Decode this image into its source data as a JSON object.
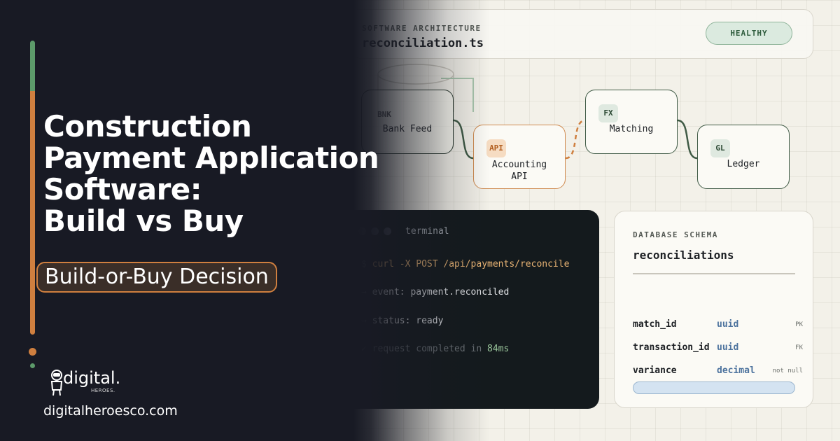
{
  "hero": {
    "title_lines": [
      "Construction",
      "Payment Application",
      "Software:",
      "Build vs Buy"
    ],
    "badge": "Build-or-Buy Decision",
    "brand_name": "digital.",
    "brand_sub": "HEROES.",
    "website": "digitalheroesco.com"
  },
  "architecture": {
    "section_label": "SOFTWARE ARCHITECTURE",
    "file_name": "reconciliation.ts",
    "status": "HEALTHY"
  },
  "nodes": {
    "bank": {
      "chip": "BNK",
      "label": "Bank Feed"
    },
    "api": {
      "chip": "API",
      "label_lines": [
        "Accounting",
        "API"
      ]
    },
    "fx": {
      "chip": "FX",
      "label": "Matching"
    },
    "gl": {
      "chip": "GL",
      "label": "Ledger"
    }
  },
  "terminal": {
    "title": "terminal",
    "command_prompt": "$",
    "command_text": "curl -X POST /api/payments/reconcile",
    "line2_arrow": "→",
    "line2_text": "event: payment.reconciled",
    "line3_arrow": "→",
    "line3_text": "status: ready",
    "line4_check": "✓",
    "line4_text": "request completed in",
    "line4_time": "84ms"
  },
  "schema": {
    "section_label": "DATABASE SCHEMA",
    "table_name": "reconciliations",
    "columns": [
      {
        "name": "match_id",
        "type": "uuid",
        "key": "PK"
      },
      {
        "name": "transaction_id",
        "type": "uuid",
        "key": "FK"
      },
      {
        "name": "variance",
        "type": "decimal",
        "key": "not null"
      }
    ]
  },
  "colors": {
    "dark_bg": "#181a24",
    "accent_orange": "#cf7f3f",
    "accent_green": "#5c9a6a",
    "terminal_bg": "#141a1d",
    "type_blue": "#4d739e"
  },
  "icons": {
    "logo": "astronaut-mascot-icon",
    "window_controls": "terminal-dot-icon"
  }
}
